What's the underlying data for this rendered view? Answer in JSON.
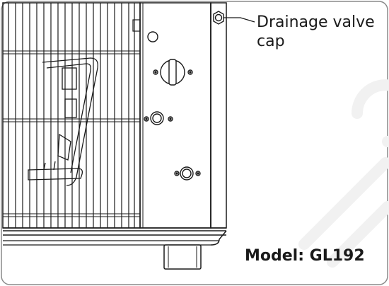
{
  "callout": {
    "line1": "Drainage valve",
    "line2": "cap"
  },
  "model_text": "Model: GL192",
  "colors": {
    "line": "#1a1a1a",
    "border": "#888888",
    "watermark": "#f4f4f4"
  }
}
